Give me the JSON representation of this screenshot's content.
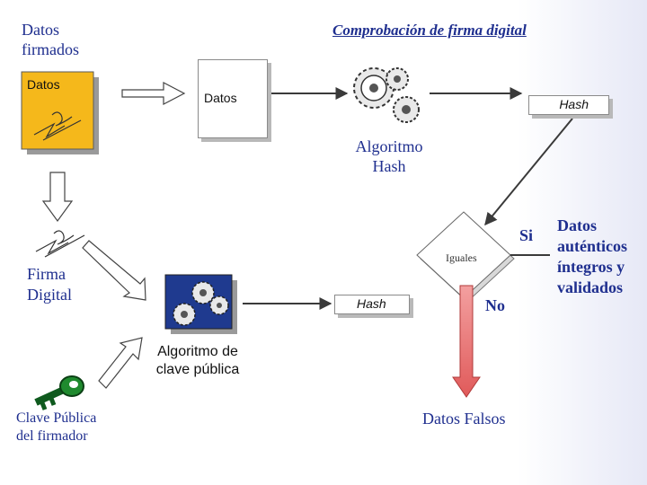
{
  "title": "Comprobación de firma digital",
  "signed_data_label": "Datos\nfirmados",
  "data_doc_label": "Datos",
  "data_box_label": "Datos",
  "hash_top_label": "Hash",
  "hash_algorithm_label": "Algoritmo\nHash",
  "digital_signature_label": "Firma\nDigital",
  "public_key_algorithm_label": "Algoritmo de\nclave pública",
  "hash_bottom_label": "Hash",
  "equal_label": "Iguales",
  "yes_label": "Si",
  "no_label": "No",
  "valid_data_label": "Datos\nauténticos\níntegros y\nvalidados",
  "false_data_label": "Datos Falsos",
  "public_key_label": "Clave Pública\ndel firmador",
  "colors": {
    "title": "#1f2f8f",
    "text": "#1f2f8f",
    "doc_fill": "#f5b81b",
    "connector": "#3a3a3a",
    "no_arrow": "#e86a6a",
    "key": "#1f8a2e"
  },
  "icons": [
    "gears-icon",
    "signature-icon",
    "key-icon",
    "block-arrow-icon"
  ]
}
